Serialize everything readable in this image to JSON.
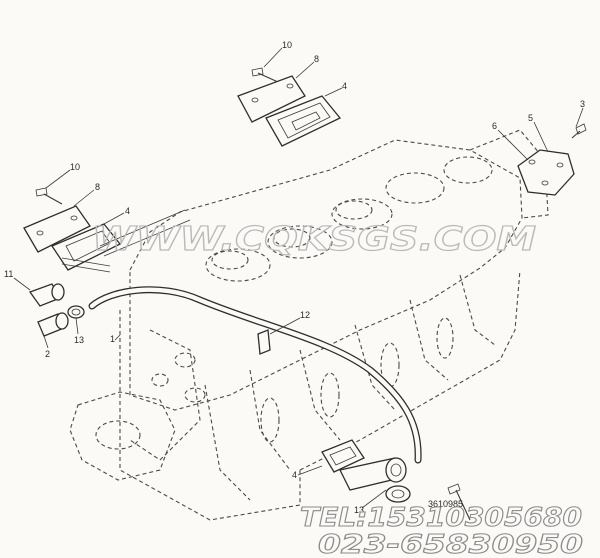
{
  "callouts": {
    "c10a": "10",
    "c8a": "8",
    "c4a": "4",
    "c3": "3",
    "c5": "5",
    "c6": "6",
    "c10b": "10",
    "c8b": "8",
    "c4b": "4",
    "c11": "11",
    "c2": "2",
    "c13a": "13",
    "c1": "1",
    "c12": "12",
    "c4c": "4",
    "c13b": "13"
  },
  "watermark": "WWW.CQKSGS.COM",
  "contact": {
    "tel": "TEL:15310305680",
    "phone": "023-65830950"
  },
  "drawing_code": "3610985"
}
